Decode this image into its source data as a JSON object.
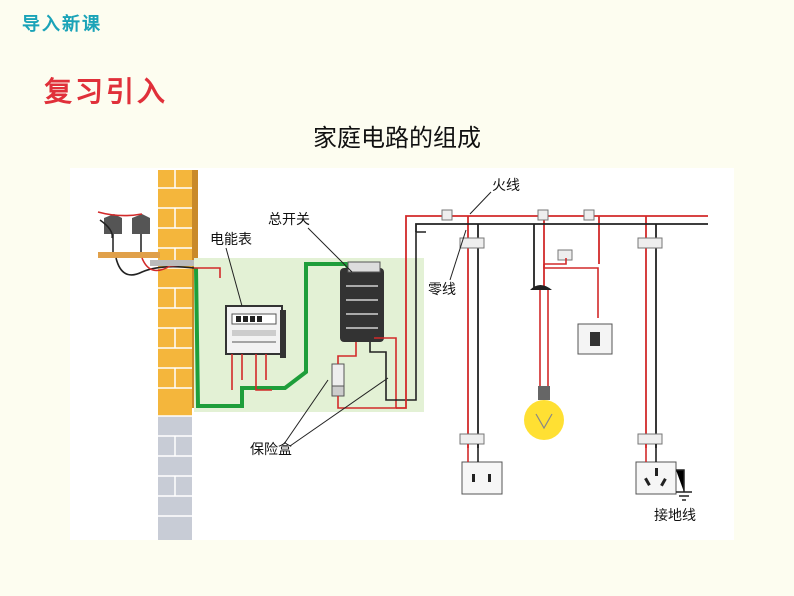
{
  "header": {
    "tag": "导入新课"
  },
  "section": {
    "title": "复习引入"
  },
  "diagram": {
    "title": "家庭电路的组成",
    "labels": {
      "fire_wire": "火线",
      "neutral_wire": "零线",
      "main_switch": "总开关",
      "meter": "电能表",
      "fuse_box": "保险盒",
      "ground_wire": "接地线"
    },
    "colors": {
      "fire": "#d22a2a",
      "neutral": "#222222",
      "ground": "#1e9e3a",
      "panel": "#e3f1d5",
      "brick": "#f4b63c",
      "lamp": "#ffe033"
    }
  }
}
